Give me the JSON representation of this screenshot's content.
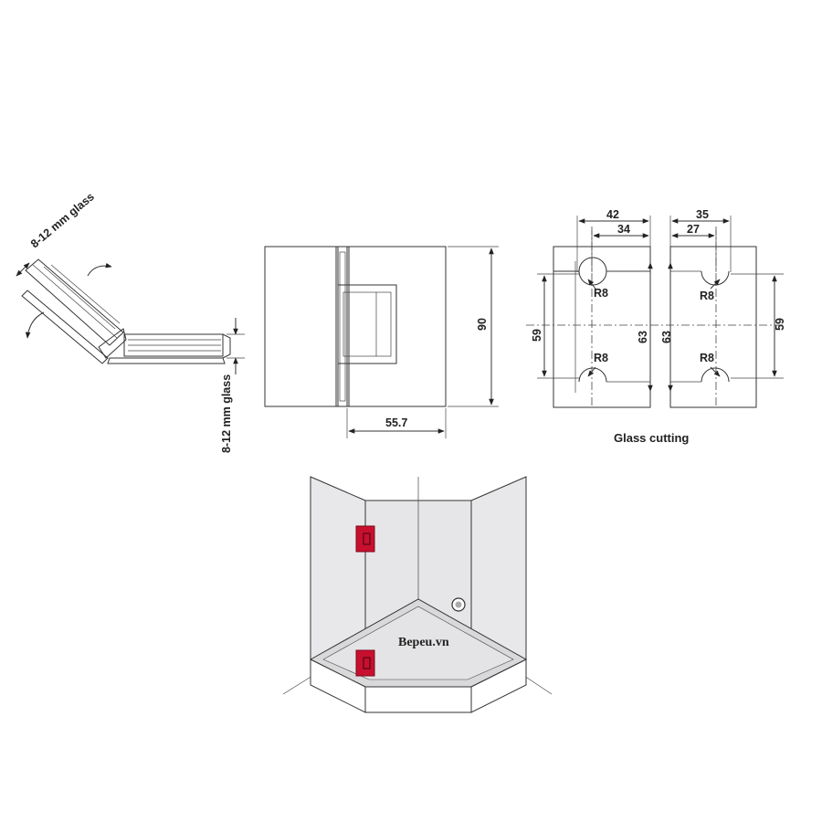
{
  "side_view": {
    "glass_label_top": "8-12 mm glass",
    "glass_label_side": "8-12 mm glass"
  },
  "front_view": {
    "height_label": "90",
    "width_label": "55.7"
  },
  "glass_cutting": {
    "caption": "Glass cutting",
    "left_panel": {
      "top_outer": "42",
      "top_inner": "34",
      "radius_top": "R8",
      "radius_bottom": "R8",
      "height_outer": "59",
      "height_inner": "63"
    },
    "right_panel": {
      "top_outer": "35",
      "top_inner": "27",
      "radius_top": "R8",
      "radius_bottom": "R8",
      "height_inner": "63",
      "height_outer": "59"
    }
  },
  "shower": {
    "watermark": "Bepeu.vn",
    "hinge_color": "#c8102e",
    "glass_color": "#e6e6e8"
  }
}
